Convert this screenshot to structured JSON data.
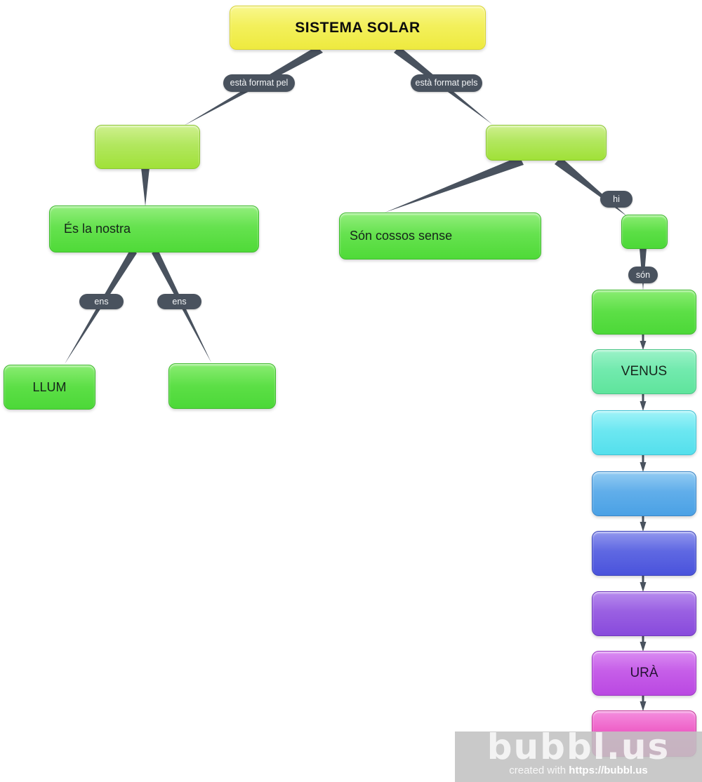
{
  "map": {
    "root": {
      "label": "SISTEMA SOLAR"
    },
    "edge_labels": {
      "left": "està format pel",
      "right": "està format pels",
      "ens_a": "ens",
      "ens_b": "ens",
      "hi": "hi",
      "son": "són"
    },
    "nodes": {
      "left_group": {
        "label": ""
      },
      "es_la_nostra": {
        "label": "És la nostra"
      },
      "llum": {
        "label": "LLUM"
      },
      "left_blank": {
        "label": ""
      },
      "right_group": {
        "label": ""
      },
      "son_cossos": {
        "label": "Són cossos sense"
      },
      "hi_blank": {
        "label": ""
      },
      "planet_1": {
        "label": ""
      },
      "planet_venus": {
        "label": "VENUS"
      },
      "planet_3": {
        "label": ""
      },
      "planet_4": {
        "label": ""
      },
      "planet_5": {
        "label": ""
      },
      "planet_6": {
        "label": ""
      },
      "planet_ura": {
        "label": "URÀ"
      },
      "planet_8": {
        "label": ""
      }
    },
    "colors": {
      "root_yellow": "#f2ee4a",
      "branch_yellow_green": "#a8e443",
      "green": "#58df42",
      "mint": "#68e8a7",
      "cyan": "#5be2ef",
      "sky_blue": "#53a7e8",
      "royal_blue": "#5159de",
      "purple": "#9055e0",
      "magenta": "#c250e6",
      "pink": "#eb50bd",
      "connector": "#49525e",
      "edge_pill": "#49525e"
    }
  },
  "watermark": {
    "logo": "bubbl.us",
    "created_prefix": "created with ",
    "link": "https://bubbl.us"
  }
}
